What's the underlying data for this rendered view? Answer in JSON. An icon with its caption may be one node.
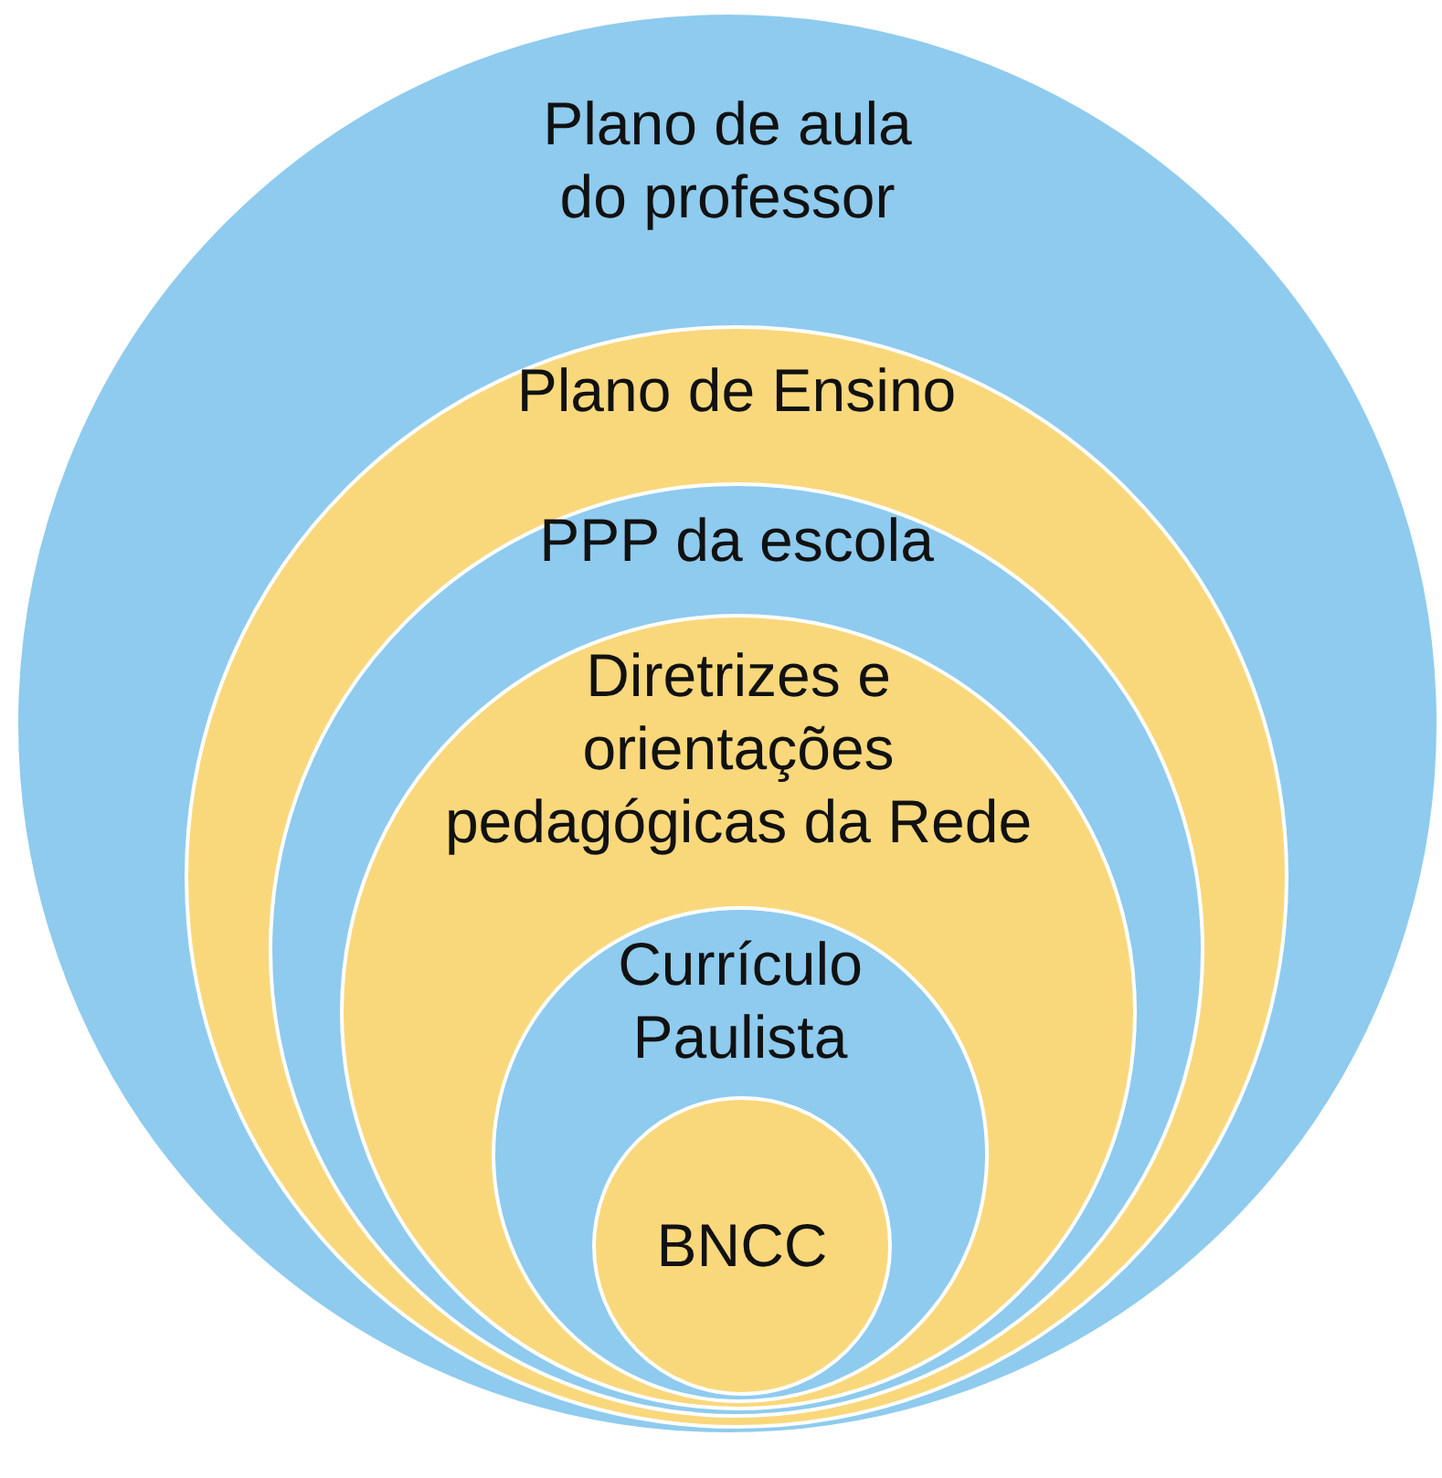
{
  "diagram": {
    "nodes": [
      {
        "text": [
          "Plano de aula do professor"
        ]
      },
      {
        "text": [
          "Plano de Ensino"
        ],
        "in": 0
      },
      {
        "text": [
          "PPP da escola"
        ],
        "in": 1
      },
      {
        "text": [
          "Diretrizes e orientações pedagógicas da Rede"
        ],
        "in": 2
      },
      {
        "text": [
          "Currículo Paulista"
        ],
        "in": 3
      },
      {
        "text": [
          "BNCC"
        ],
        "in": 4
      }
    ],
    "edges": []
  }
}
